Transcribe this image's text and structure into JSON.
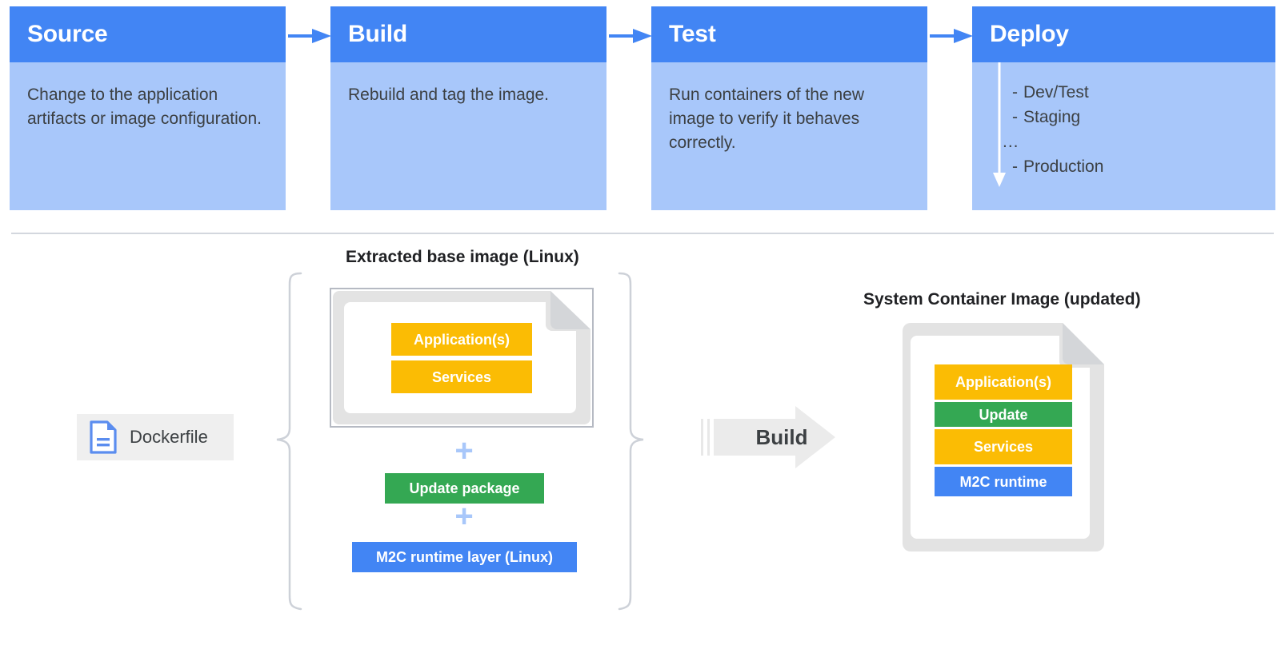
{
  "pipeline": {
    "stages": [
      {
        "title": "Source",
        "text": "Change to the application artifacts or image configuration."
      },
      {
        "title": "Build",
        "text": "Rebuild and tag the image."
      },
      {
        "title": "Test",
        "text": "Run containers of the new image to verify it behaves correctly."
      },
      {
        "title": "Deploy",
        "text": ""
      }
    ],
    "deploy_items": [
      {
        "dash": "-",
        "label": "Dev/Test"
      },
      {
        "dash": "-",
        "label": "Staging"
      },
      {
        "dash": "...",
        "label": ""
      },
      {
        "dash": "-",
        "label": "Production"
      }
    ],
    "connector_icon": "arrow-right-icon",
    "deploy_arrow_icon": "arrow-down-icon"
  },
  "lower": {
    "base_caption": "Extracted base image (Linux)",
    "output_caption": "System Container Image (updated)",
    "dockerfile": {
      "label": "Dockerfile",
      "icon": "document-file-icon"
    },
    "build_arrow": {
      "label": "Build",
      "icon": "arrow-right-block-icon"
    },
    "base_layers": [
      {
        "label": "Application(s)",
        "color": "#FBBC04"
      },
      {
        "label": "Services",
        "color": "#FBBC04"
      }
    ],
    "plus_symbol": "+",
    "update_package": {
      "label": "Update package",
      "color": "#34A853"
    },
    "m2c_runtime_layer": {
      "label": "M2C runtime layer (Linux)",
      "color": "#4285F4"
    },
    "output_layers": [
      {
        "label": "Application(s)",
        "color": "#FBBC04"
      },
      {
        "label": "Update",
        "color": "#34A853"
      },
      {
        "label": "Services",
        "color": "#FBBC04"
      },
      {
        "label": "M2C runtime",
        "color": "#4285F4"
      }
    ],
    "brace_left_icon": "curly-brace-left-icon",
    "brace_right_icon": "curly-brace-right-icon"
  },
  "colors": {
    "header_blue": "#4285F4",
    "body_blue": "#A8C7FA",
    "yellow": "#FBBC04",
    "green": "#34A853",
    "blue": "#4285F4",
    "gray_doc": "#E3E3E3",
    "divider": "#D3D7DE",
    "text_dark": "#3C4043"
  }
}
